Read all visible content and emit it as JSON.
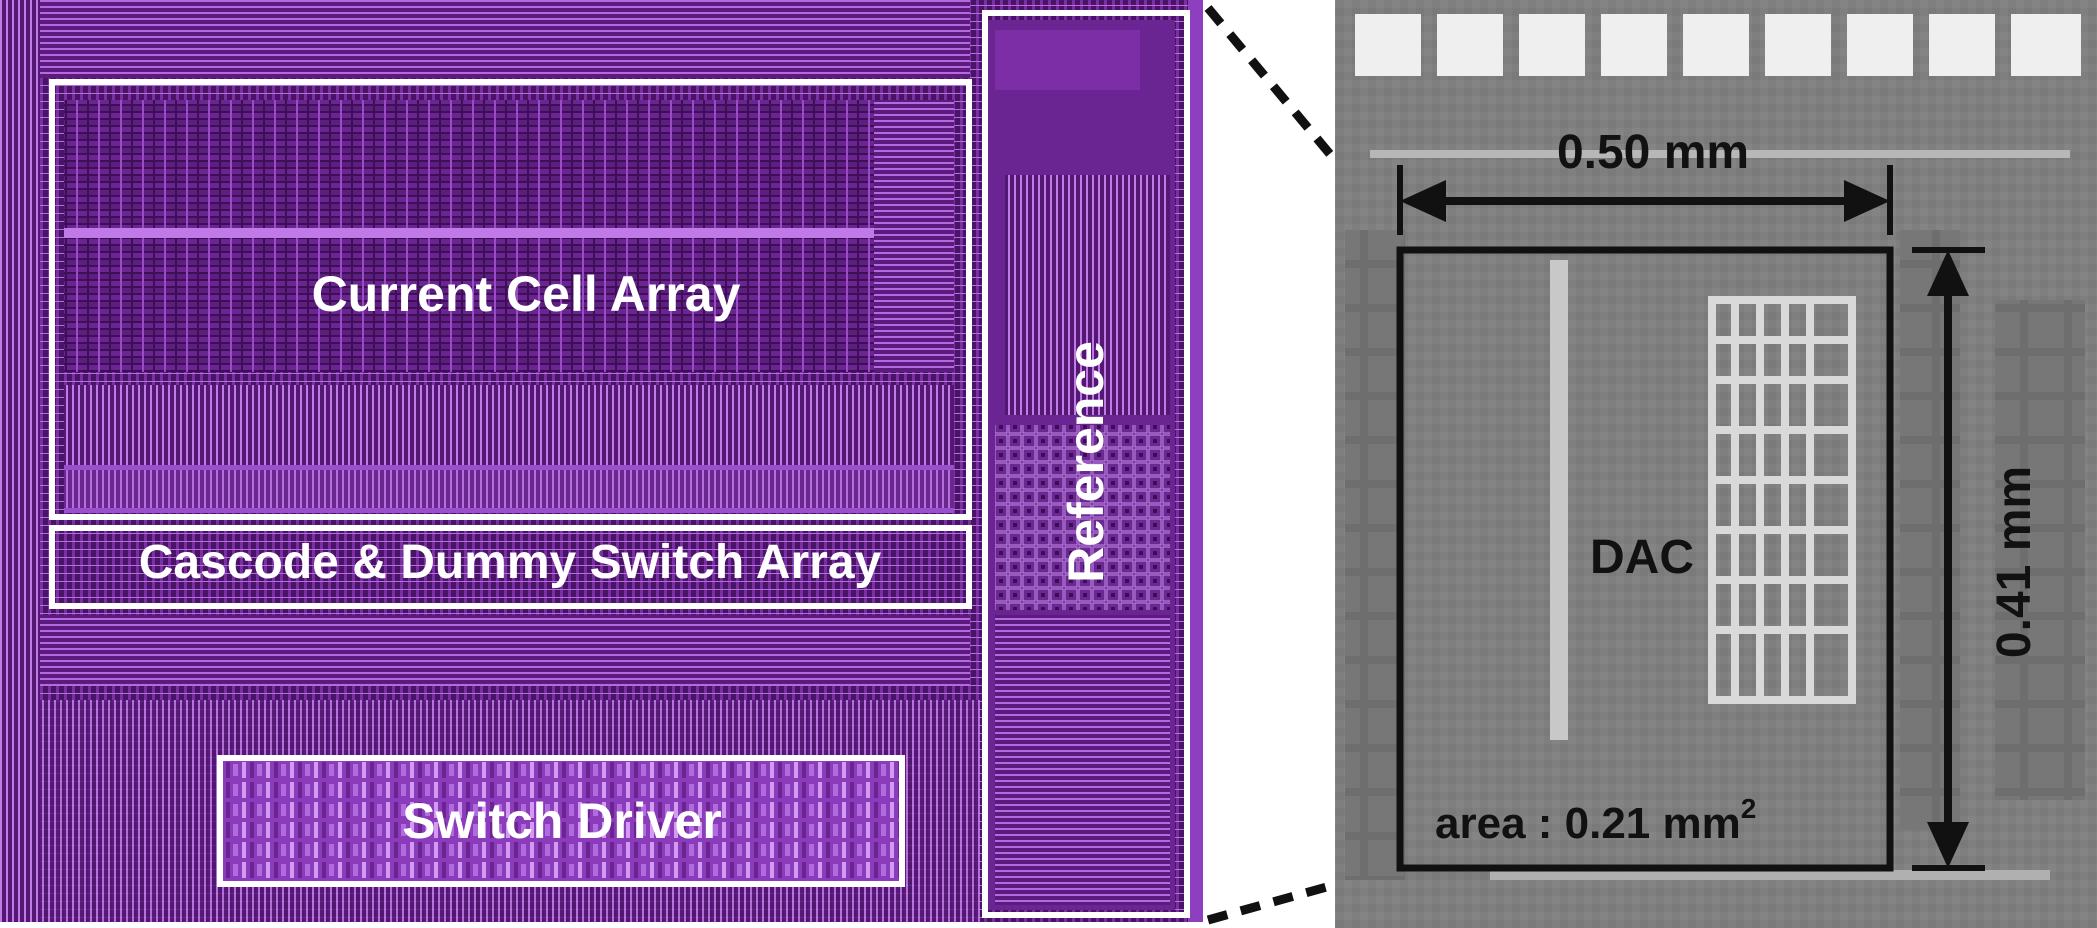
{
  "layout_panel": {
    "blocks": {
      "current_cell_array": "Current Cell Array",
      "cascode_dummy": "Cascode & Dummy Switch Array",
      "reference": "Reference",
      "switch_driver": "Switch Driver"
    }
  },
  "micrograph_panel": {
    "dac_label": "DAC",
    "width_dimension": "0.50 mm",
    "height_dimension": "0.41 mm",
    "area_prefix": "area : 0.21 mm",
    "area_superscript": "2"
  },
  "colors": {
    "layout_bg": "#5b1a7a",
    "layout_accent": "#a64fd6",
    "micrograph_bg": "#8a8a8a",
    "box_white": "#ffffff",
    "box_black": "#111111"
  }
}
